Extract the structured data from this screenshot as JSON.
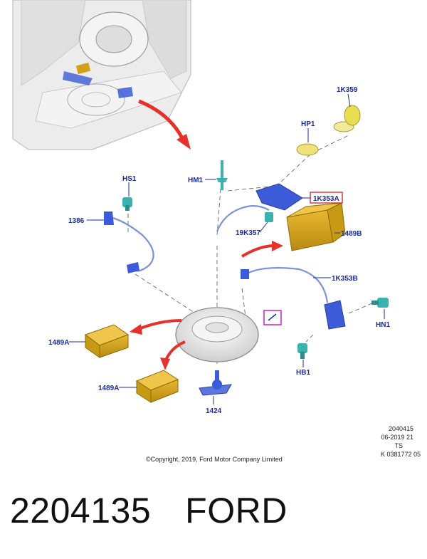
{
  "callouts": {
    "c_1K359": "1K359",
    "c_HP1": "HP1",
    "c_HM1": "HM1",
    "c_HS1": "HS1",
    "c_1K353A": "1K353A",
    "c_1386": "1386",
    "c_19K357": "19K357",
    "c_1489B": "1489B",
    "c_1K353B": "1K353B",
    "c_HN1": "HN1",
    "c_1489A_1": "1489A",
    "c_1489A_2": "1489A",
    "c_HB1": "HB1",
    "c_1424": "1424"
  },
  "reference": {
    "line1": "2040415",
    "line2": "06-2019 21",
    "line3": "TS",
    "line4": "K 0381772 05"
  },
  "copyright": "©Copyright, 2019, Ford Motor Company Limited",
  "caption": {
    "part_number": "2204135",
    "brand": "FORD"
  },
  "colors": {
    "callout_text": "#1a2aa8",
    "highlight_box": "#d0202a",
    "arrow": "#e8302a",
    "foam_block": "#d4a017",
    "bracket_blue": "#3b5bd8",
    "fastener_teal": "#38b3b0"
  }
}
